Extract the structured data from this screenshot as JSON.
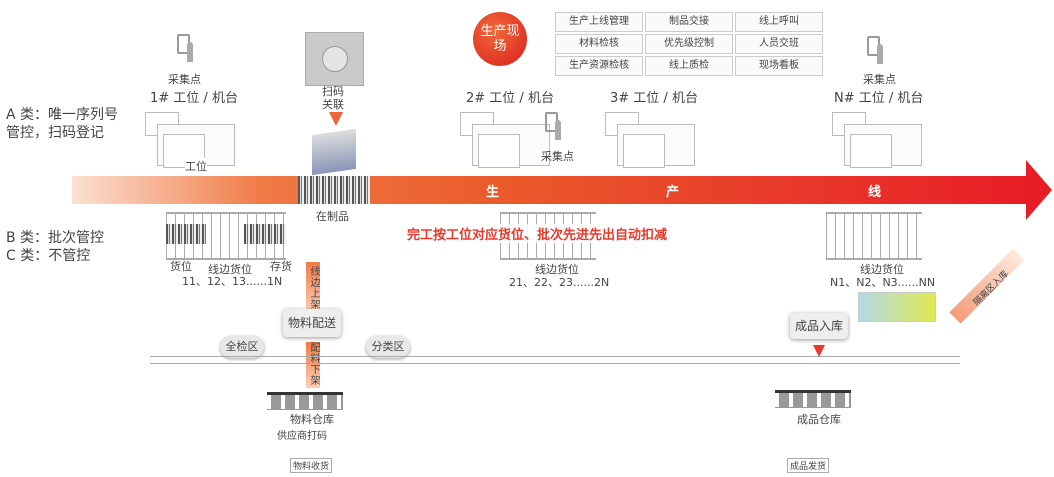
{
  "classes": {
    "a_line1": "A 类：唯一序列号",
    "a_line2": "管控，扫码登记",
    "b": "B 类：批次管控",
    "c": "C 类：不管控"
  },
  "site": {
    "badge": "生产现场",
    "modules": [
      "生产上线管理",
      "制品交接",
      "线上呼叫",
      "材料检核",
      "优先级控制",
      "人员交班",
      "生产资源检核",
      "线上质检",
      "现场看板"
    ]
  },
  "stations": [
    {
      "label": "1# 工位 / 机台",
      "collect": "采集点",
      "inner": "工位"
    },
    {
      "label": "2# 工位 / 机台",
      "collect": "采集点"
    },
    {
      "label": "3# 工位 / 机台"
    },
    {
      "label": "N# 工位 / 机台",
      "collect": "采集点"
    }
  ],
  "scan": {
    "label": "扫码关联",
    "wip": "在制品"
  },
  "line": {
    "chars": [
      "生",
      "产",
      "线"
    ],
    "accent": "#e8392b",
    "notice": "完工按工位对应货位、批次先进先出自动扣减"
  },
  "racks": [
    {
      "left": "货位",
      "mid": "线边货位",
      "right": "存货",
      "ids": "11、12、13......1N"
    },
    {
      "mid": "线边货位",
      "ids": "21、22、23......2N"
    },
    {
      "mid": "线边货位",
      "ids": "N1、N2、N3......NN"
    }
  ],
  "material": {
    "delivery": "物料配送",
    "up": "线边上架",
    "down": "配料下架",
    "inspect": "全检区",
    "sort": "分类区",
    "warehouse": "物料仓库",
    "supplier": "供应商打码",
    "receive": "物料收货"
  },
  "product": {
    "in": "成品入库",
    "warehouse": "成品仓库",
    "ship": "成品发货",
    "quarantine": "隔离区入库"
  }
}
